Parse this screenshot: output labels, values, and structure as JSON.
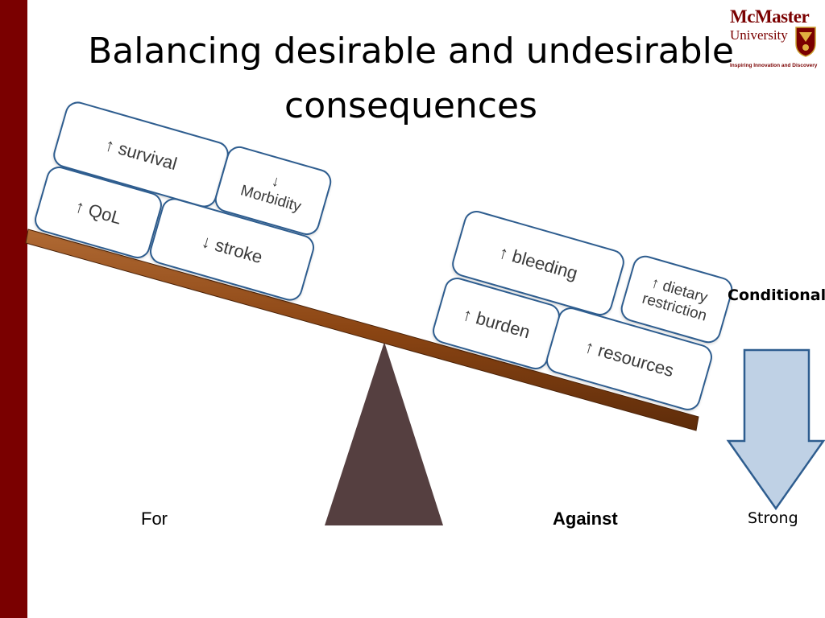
{
  "slide": {
    "title_line1": "Balancing desirable and undesirable",
    "title_line2": "consequences"
  },
  "logo": {
    "name_line1": "McMaster",
    "name_line2": "University",
    "tagline": "Inspiring Innovation and Discovery"
  },
  "boxes_for": {
    "survival": "↑ survival",
    "morbidity_arrow": "↓",
    "morbidity": "Morbidity",
    "qol": "↑ QoL",
    "stroke": "↓ stroke"
  },
  "boxes_against": {
    "bleeding": "↑ bleeding",
    "dietary_line1": "↑ dietary",
    "dietary_line2": "restriction",
    "burden": "↑ burden",
    "resources": "↑ resources"
  },
  "labels": {
    "for": "For",
    "against": "Against",
    "conditional": "Conditional",
    "strong": "Strong"
  },
  "colors": {
    "left_bar": "#7a0000",
    "box_border": "#2e5d8f",
    "beam": "#8b4513",
    "fulcrum": "#553f40",
    "arrow_fill": "#bfd1e5",
    "arrow_stroke": "#2e5d8f"
  }
}
